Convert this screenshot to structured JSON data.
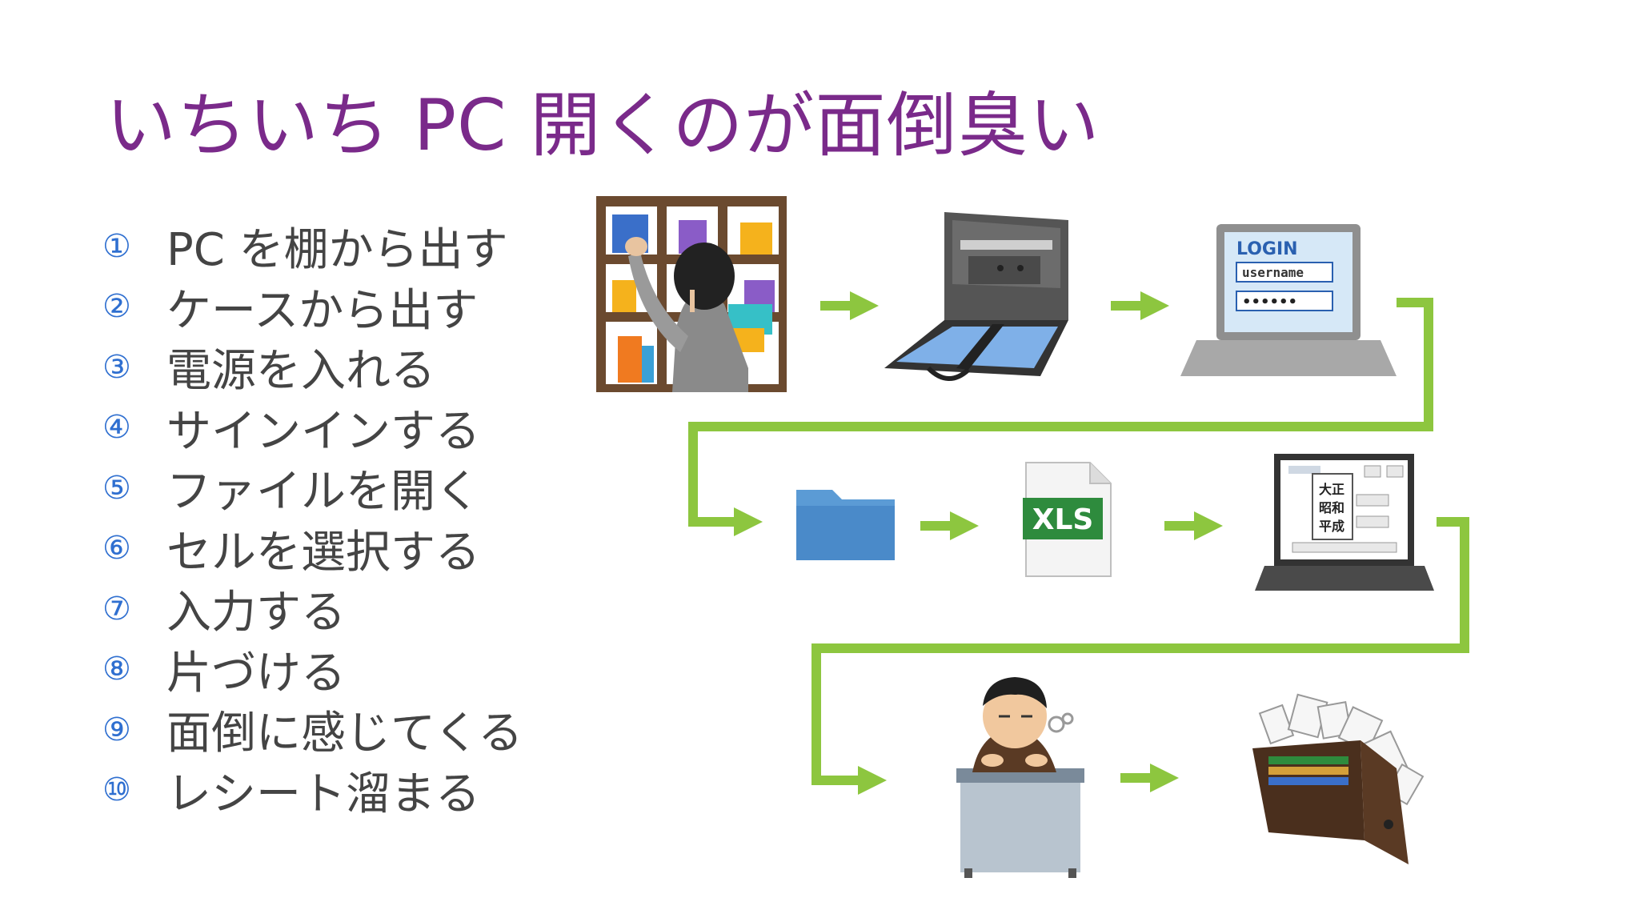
{
  "slide": {
    "title": "いちいち PC 開くのが面倒臭い",
    "steps": [
      {
        "num": "①",
        "text": "PC を棚から出す"
      },
      {
        "num": "②",
        "text": "ケースから出す"
      },
      {
        "num": "③",
        "text": "電源を入れる"
      },
      {
        "num": "④",
        "text": "サインインする"
      },
      {
        "num": "⑤",
        "text": "ファイルを開く"
      },
      {
        "num": "⑥",
        "text": "セルを選択する"
      },
      {
        "num": "⑦",
        "text": "入力する"
      },
      {
        "num": "⑧",
        "text": "片づける"
      },
      {
        "num": "⑨",
        "text": "面倒に感じてくる"
      },
      {
        "num": "⑩",
        "text": "レシート溜まる"
      }
    ]
  },
  "illustrations": {
    "login": {
      "heading": "LOGIN",
      "username": "username",
      "password": "••••••"
    },
    "xls_label": "XLS",
    "era_labels": [
      "大正",
      "昭和",
      "平成"
    ]
  },
  "colors": {
    "title": "#7a2a8a",
    "step_number": "#2f6fd0",
    "step_text": "#444444",
    "arrow_green": "#8dc63f"
  }
}
